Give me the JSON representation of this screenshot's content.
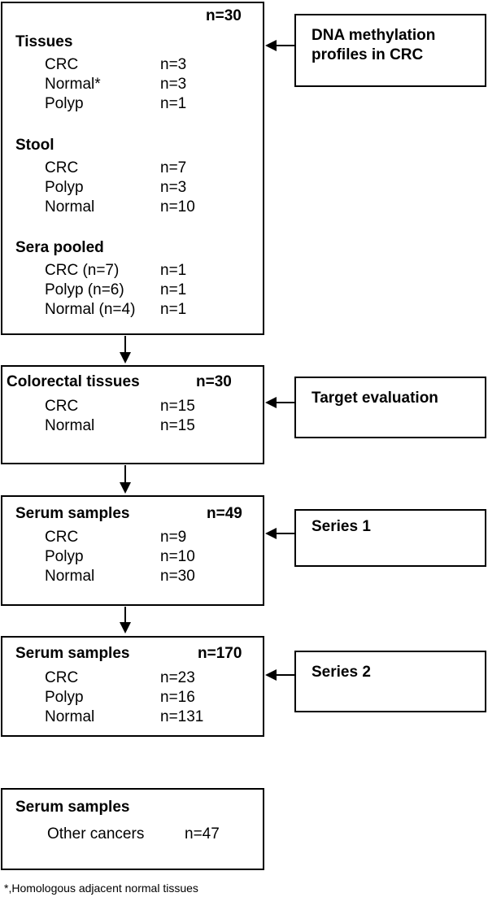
{
  "box1": {
    "n": "n=30",
    "groups": [
      {
        "title": "Tissues",
        "rows": [
          {
            "label": "CRC",
            "value": "n=3"
          },
          {
            "label": "Normal*",
            "value": "n=3"
          },
          {
            "label": "Polyp",
            "value": "n=1"
          }
        ]
      },
      {
        "title": "Stool",
        "rows": [
          {
            "label": "CRC",
            "value": "n=7"
          },
          {
            "label": "Polyp",
            "value": "n=3"
          },
          {
            "label": "Normal",
            "value": "n=10"
          }
        ]
      },
      {
        "title": "Sera pooled",
        "rows": [
          {
            "label": "CRC (n=7)",
            "value": "n=1"
          },
          {
            "label": "Polyp (n=6)",
            "value": "n=1"
          },
          {
            "label": "Normal (n=4)",
            "value": "n=1"
          }
        ]
      }
    ]
  },
  "box2": {
    "title": "Colorectal tissues",
    "n": "n=30",
    "rows": [
      {
        "label": "CRC",
        "value": "n=15"
      },
      {
        "label": "Normal",
        "value": "n=15"
      }
    ]
  },
  "box3": {
    "title": "Serum samples",
    "n": "n=49",
    "rows": [
      {
        "label": "CRC",
        "value": "n=9"
      },
      {
        "label": "Polyp",
        "value": "n=10"
      },
      {
        "label": "Normal",
        "value": "n=30"
      }
    ]
  },
  "box4": {
    "title": "Serum samples",
    "n": "n=170",
    "rows": [
      {
        "label": "CRC",
        "value": "n=23"
      },
      {
        "label": "Polyp",
        "value": "n=16"
      },
      {
        "label": "Normal",
        "value": "n=131"
      }
    ]
  },
  "box5": {
    "title": "Serum samples",
    "rows": [
      {
        "label": "Other cancers",
        "value": "n=47"
      }
    ]
  },
  "side": {
    "dna_line1": "DNA methylation",
    "dna_line2": "profiles in CRC",
    "target": "Target evaluation",
    "series1": "Series 1",
    "series2": "Series 2"
  },
  "footnote": "*,Homologous adjacent normal tissues"
}
